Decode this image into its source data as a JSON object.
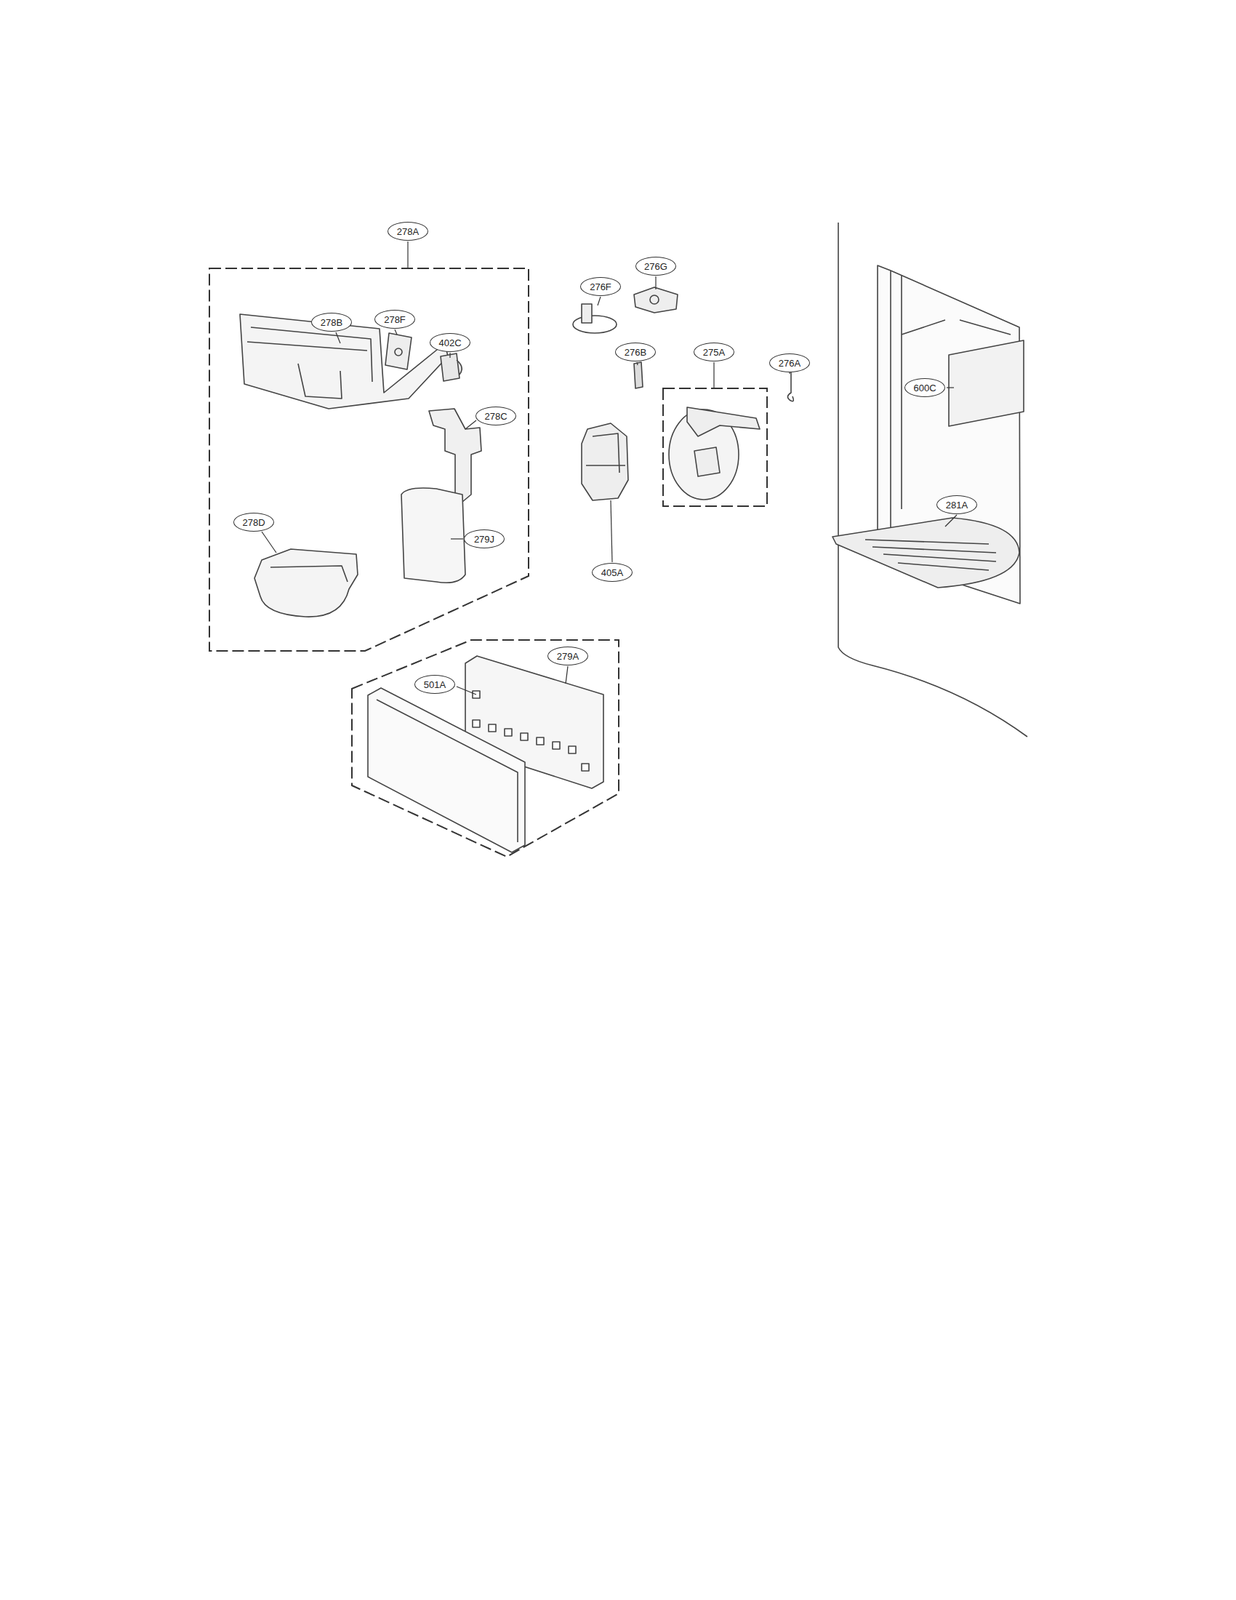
{
  "diagram": {
    "nodes": [
      {
        "text": [
          "278A"
        ]
      },
      {
        "text": [
          "278B"
        ],
        "in": 0
      },
      {
        "text": [
          "278F"
        ],
        "in": 0
      },
      {
        "text": [
          "402C"
        ],
        "in": 0
      },
      {
        "text": [
          "278C"
        ],
        "in": 0
      },
      {
        "text": [
          "278D"
        ],
        "in": 0
      },
      {
        "text": [
          "279J"
        ],
        "in": 0
      },
      {
        "text": [
          "276G"
        ]
      },
      {
        "text": [
          "276F"
        ]
      },
      {
        "text": [
          "276B"
        ]
      },
      {
        "text": [
          "275A"
        ]
      },
      {
        "text": [
          "276A"
        ]
      },
      {
        "text": [
          "600C"
        ]
      },
      {
        "text": [
          "405A"
        ]
      },
      {
        "text": [
          "281A"
        ]
      },
      {
        "text": [
          "279A"
        ]
      },
      {
        "text": [
          "501A"
        ],
        "in": 15
      }
    ]
  }
}
